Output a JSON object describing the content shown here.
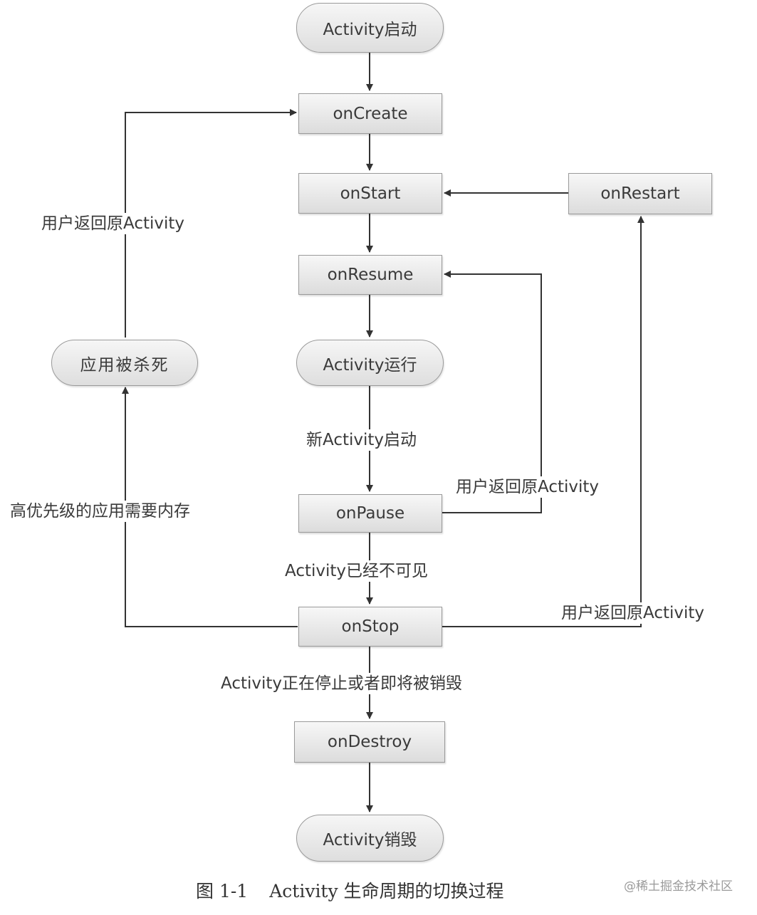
{
  "nodes": {
    "activity_start": "Activity启动",
    "on_create": "onCreate",
    "on_start": "onStart",
    "on_restart": "onRestart",
    "on_resume": "onResume",
    "activity_running": "Activity运行",
    "app_killed": "应用被杀死",
    "on_pause": "onPause",
    "on_stop": "onStop",
    "on_destroy": "onDestroy",
    "activity_destroyed": "Activity销毁"
  },
  "edge_labels": {
    "user_back_create": "用户返回原Activity",
    "new_activity_start": "新Activity启动",
    "user_back_resume": "用户返回原Activity",
    "high_priority_app": "高优先级的应用需要内存",
    "activity_invisible": "Activity已经不可见",
    "user_back_restart": "用户返回原Activity",
    "stopping_or_destroying": "Activity正在停止或者即将被销毁"
  },
  "caption": {
    "number": "图 1-1",
    "text": "Activity 生命周期的切换过程"
  },
  "watermark": "@稀土掘金技术社区",
  "colors": {
    "arrow": "#333333",
    "node_fill_top": "#f7f7f7",
    "node_fill_bottom": "#dcdcdc",
    "node_border": "#9a9a9a"
  }
}
